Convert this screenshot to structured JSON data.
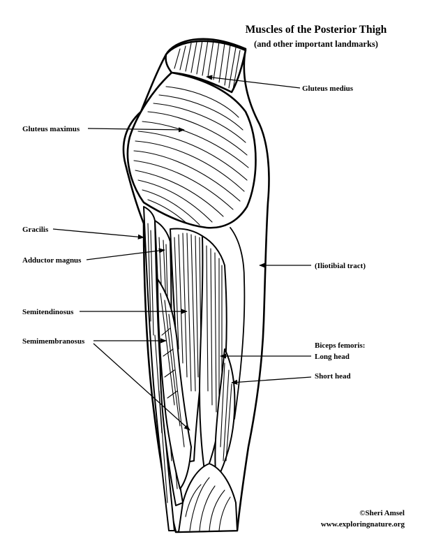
{
  "title": "Muscles of the Posterior Thigh",
  "subtitle": "(and other important landmarks)",
  "labels": {
    "gluteus_medius": "Gluteus medius",
    "gluteus_maximus": "Gluteus maximus",
    "gracilis": "Gracilis",
    "adductor_magnus": "Adductor magnus",
    "iliotibial_tract": "(Iliotibial tract)",
    "semitendinosus": "Semitendinosus",
    "semimembranosus": "Semimembranosus",
    "biceps_femoris": "Biceps femoris:",
    "long_head": "Long head",
    "short_head": "Short head"
  },
  "credit": {
    "author": "©Sheri Amsel",
    "website": "www.exploringnature.org"
  },
  "colors": {
    "ink": "#000000",
    "paper": "#ffffff"
  }
}
